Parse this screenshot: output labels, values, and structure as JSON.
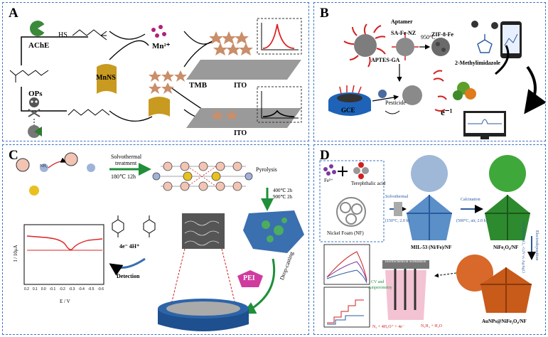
{
  "panel_a": {
    "label": "A",
    "enzyme": "AChE",
    "inhibitor": "OPs",
    "nanosheet": "MnNS",
    "ion": "Mn²⁺",
    "substrate": "TMB",
    "electrode_top": "ITO",
    "electrode_bottom": "ITO",
    "thiol_group": "HS"
  },
  "panel_b": {
    "label": "B",
    "aptamer": "Aptamer",
    "sa_fe_nz": "SA-Fe-NZ",
    "temp": "950°C",
    "zif": "ZIF-8-Fe",
    "linker": "APTES-GA",
    "methylimidazole": "2-Methylimidazole",
    "electrode": "GCE",
    "pesticide": "Pesticide",
    "electron": "e⁻¹"
  },
  "panel_c": {
    "label": "C",
    "solvothermal": "Solvothermal",
    "treatment": "treatment",
    "conditions": "180℃   12h",
    "pyrolysis": "Pyrolysis",
    "pyro_cond_1": "400℃ 2h",
    "pyro_cond_2": "900℃ 2h",
    "pei": "PEI",
    "drop": "Drop-casting",
    "detection": "Detection",
    "electrons": "4e⁻  4H⁺",
    "nh2": "NH₂",
    "ylabel": "I / 10μA",
    "xlabel": "E / V",
    "xticks": [
      "0.2",
      "0.1",
      "0.0",
      "-0.1",
      "-0.2",
      "-0.3",
      "-0.4",
      "-0.5",
      "-0.6"
    ]
  },
  "panel_d": {
    "label": "D",
    "fe": "Fe³⁺",
    "acid": "Terephthalic acid",
    "foam": "Nickel Foam (NF)",
    "solvothermal": "Solvothermal",
    "solvo_cond": "(150°C, 2.0 h)",
    "mil": "MIL-53 (Ni/Fe)/NF",
    "calcination": "Calcination",
    "calc_cond": "(500°C, air, 2.0 h)",
    "nife": "NiFe₂O₄/NF",
    "electrodep": "Electrodeposition",
    "electrodep_cond": "0.5 mM HAuCl₄ -0.2V vs. Ag/AgCl",
    "au": "AuNPs@NiFe₂O₄/NF",
    "cv": "CV and",
    "amp": "Amperometry",
    "ws": "Electrochemical workstation",
    "reaction1": "N₂ + 4H₂O⁺ + 4e⁻",
    "reaction2": "N₂H₄ + H₂O"
  },
  "colors": {
    "border": "#3a74c4",
    "arrow_green": "#1f8f3a",
    "star": "#c98e6a",
    "mnns": "#c89a1f",
    "red_curve": "#e02020",
    "pei": "#b03090"
  }
}
